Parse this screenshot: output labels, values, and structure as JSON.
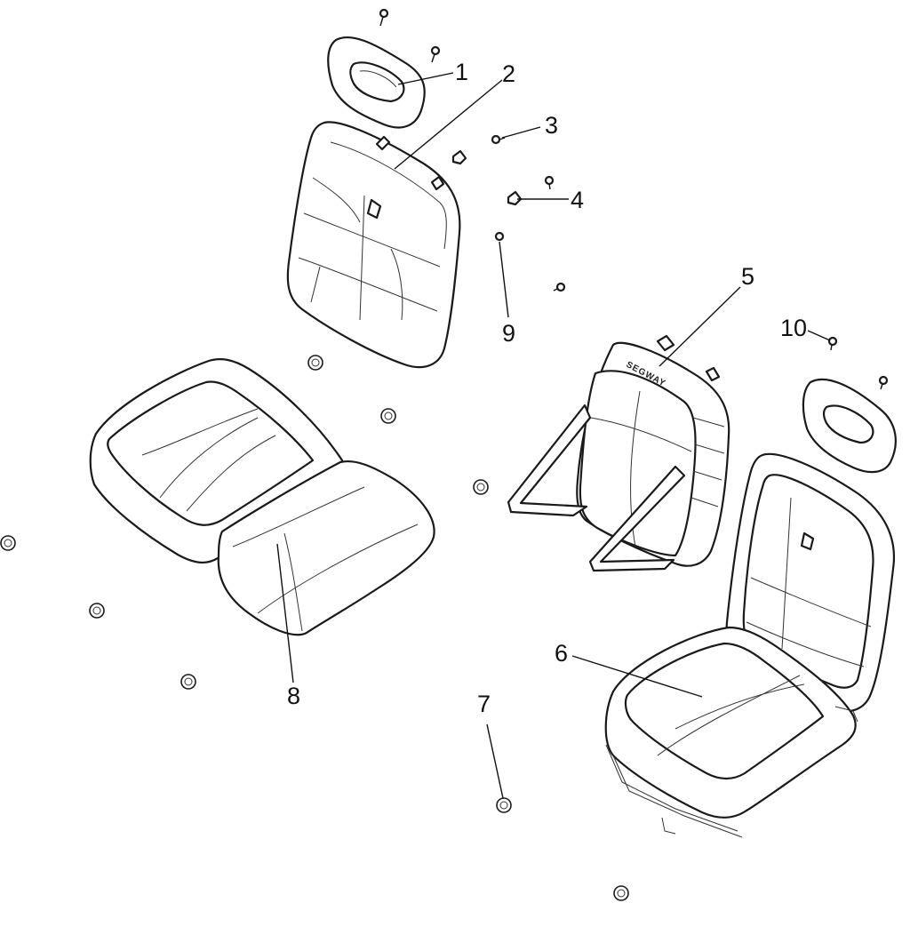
{
  "diagram": {
    "callouts": {
      "c1": "1",
      "c2": "2",
      "c3": "3",
      "c4": "4",
      "c5": "5",
      "c6": "6",
      "c7": "7",
      "c8": "8",
      "c9": "9",
      "c10": "10"
    },
    "logo_text": "SEGWAY",
    "colors": {
      "line": "#1a1a1a",
      "background": "#ffffff"
    }
  }
}
